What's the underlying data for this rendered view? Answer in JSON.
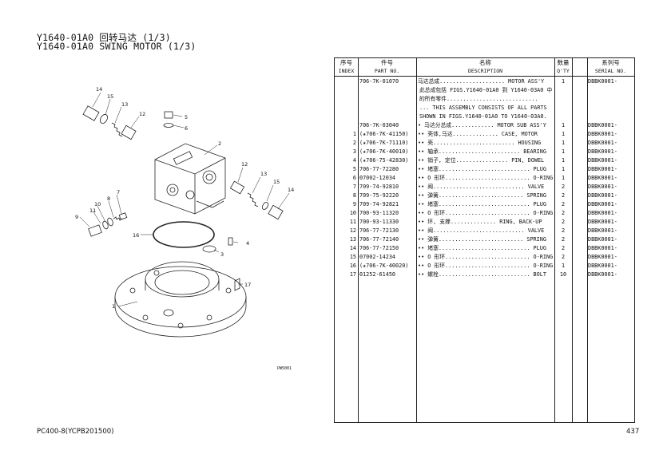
{
  "title": {
    "line1": "Y1640-01A0 回转马达 (1/3)",
    "line2": "Y1640-01A0 SWING MOTOR (1/3)"
  },
  "footer": {
    "model": "PC400-8(YCPB201500)",
    "page": "437"
  },
  "diagram": {
    "drawing_code": "PW5001",
    "callouts": [
      "14",
      "15",
      "13",
      "12",
      "5",
      "6",
      "2",
      "7",
      "8",
      "10",
      "11",
      "9",
      "16",
      "4",
      "3",
      "17",
      "1",
      "12",
      "13",
      "15",
      "14"
    ]
  },
  "table": {
    "headers": {
      "index": {
        "cn": "序号",
        "en": "INDEX"
      },
      "part": {
        "cn": "件号",
        "en": "PART NO."
      },
      "desc": {
        "cn": "名称",
        "en": "DESCRIPTION"
      },
      "qty": {
        "cn": "数量",
        "en": "Q'TY"
      },
      "serial": {
        "cn": "系列号",
        "en": "SERIAL NO."
      }
    },
    "assembly": {
      "part": "706-7K-01070",
      "desc": "马达总成.................... MOTOR ASS'Y",
      "qty": "1",
      "serial": "DBBK0001-"
    },
    "note": [
      "此总成包括 FIGS.Y1640-01A0 到 Y1640-03A0 中",
      "的所有零件............................",
      "... THIS ASSEMBLY CONSISTS OF ALL PARTS",
      "SHOWN IN FIGS.Y1640-01A0 TO Y1640-03A0."
    ],
    "subassembly": {
      "part": "706-7K-03040",
      "desc": "• 马达分总成............. MOTOR SUB ASS'Y",
      "qty": "1",
      "serial": "DBBK0001-"
    },
    "rows": [
      {
        "idx": "1",
        "part": "(★706-7K-41150)",
        "desc": "•• 壳体,马达.............. CASE, MOTOR",
        "qty": "1",
        "serial": "DBBK0001-"
      },
      {
        "idx": "2",
        "part": "(★706-7K-71110)",
        "desc": "•• 壳......................... HOUSING",
        "qty": "1",
        "serial": "DBBK0001-"
      },
      {
        "idx": "3",
        "part": "(★706-7K-40010)",
        "desc": "•• 轴承......................... BEARING",
        "qty": "1",
        "serial": "DBBK0001-"
      },
      {
        "idx": "4",
        "part": "(★706-75-42830)",
        "desc": "•• 销子, 定位................ PIN, DOWEL",
        "qty": "1",
        "serial": "DBBK0001-"
      },
      {
        "idx": "5",
        "part": "706-77-72280",
        "desc": "•• 堵塞............................ PLUG",
        "qty": "1",
        "serial": "DBBK0001-"
      },
      {
        "idx": "6",
        "part": "07002-12034",
        "desc": "•• O 形环.......................... O-RING",
        "qty": "1",
        "serial": "DBBK0001-"
      },
      {
        "idx": "7",
        "part": "709-74-92810",
        "desc": "•• 阀............................ VALVE",
        "qty": "2",
        "serial": "DBBK0001-"
      },
      {
        "idx": "8",
        "part": "709-75-92220",
        "desc": "•• 弹簧.......................... SPRING",
        "qty": "2",
        "serial": "DBBK0001-"
      },
      {
        "idx": "9",
        "part": "709-74-92821",
        "desc": "•• 堵塞............................ PLUG",
        "qty": "2",
        "serial": "DBBK0001-"
      },
      {
        "idx": "10",
        "part": "700-93-11320",
        "desc": "•• O 形环.......................... O-RING",
        "qty": "2",
        "serial": "DBBK0001-"
      },
      {
        "idx": "11",
        "part": "700-93-11330",
        "desc": "•• 环, 支撑.............. RING, BACK-UP",
        "qty": "2",
        "serial": "DBBK0001-"
      },
      {
        "idx": "12",
        "part": "706-77-72130",
        "desc": "•• 阀............................ VALVE",
        "qty": "2",
        "serial": "DBBK0001-"
      },
      {
        "idx": "13",
        "part": "706-77-72140",
        "desc": "•• 弹簧.......................... SPRING",
        "qty": "2",
        "serial": "DBBK0001-"
      },
      {
        "idx": "14",
        "part": "706-77-72150",
        "desc": "•• 堵塞............................ PLUG",
        "qty": "2",
        "serial": "DBBK0001-"
      },
      {
        "idx": "15",
        "part": "07002-14234",
        "desc": "•• O 形环.......................... O-RING",
        "qty": "2",
        "serial": "DBBK0001-"
      },
      {
        "idx": "16",
        "part": "(★706-7K-40020)",
        "desc": "•• O 形环.......................... O-RING",
        "qty": "1",
        "serial": "DBBK0001-"
      },
      {
        "idx": "17",
        "part": "01252-61450",
        "desc": "•• 螺栓............................ BOLT",
        "qty": "10",
        "serial": "DBBK0001-"
      }
    ]
  }
}
